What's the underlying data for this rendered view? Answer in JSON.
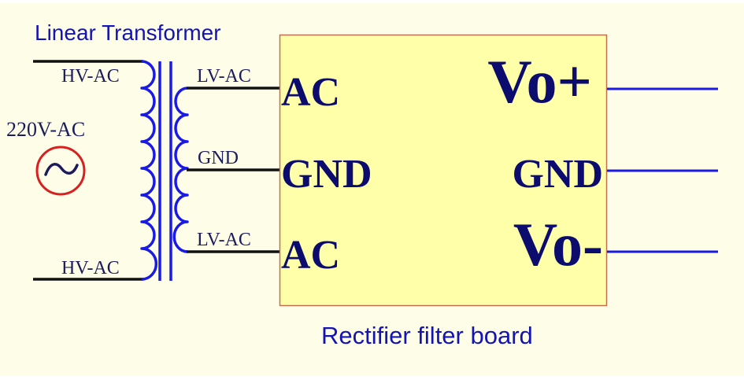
{
  "diagram": {
    "transformer_title": "Linear Transformer",
    "board_title": "Rectifier filter board",
    "source": {
      "label": "220V-AC",
      "symbol": "~"
    },
    "primary": {
      "top_label": "HV-AC",
      "bottom_label": "HV-AC"
    },
    "secondary": {
      "top_label": "LV-AC",
      "center_label": "GND",
      "bottom_label": "LV-AC"
    },
    "board_inputs": [
      "AC",
      "GND",
      "AC"
    ],
    "board_outputs": [
      "Vo+",
      "GND",
      "Vo-"
    ],
    "colors": {
      "background": "#fefee8",
      "board_fill": "#ffffaa",
      "board_border": "#c07050",
      "title_blue": "#1414b4",
      "coil_blue": "#1a1ae6",
      "label_navy": "#1c1c5c",
      "pin_navy": "#0c0c6e",
      "source_red": "#d82020",
      "wire_black": "#111111"
    }
  }
}
